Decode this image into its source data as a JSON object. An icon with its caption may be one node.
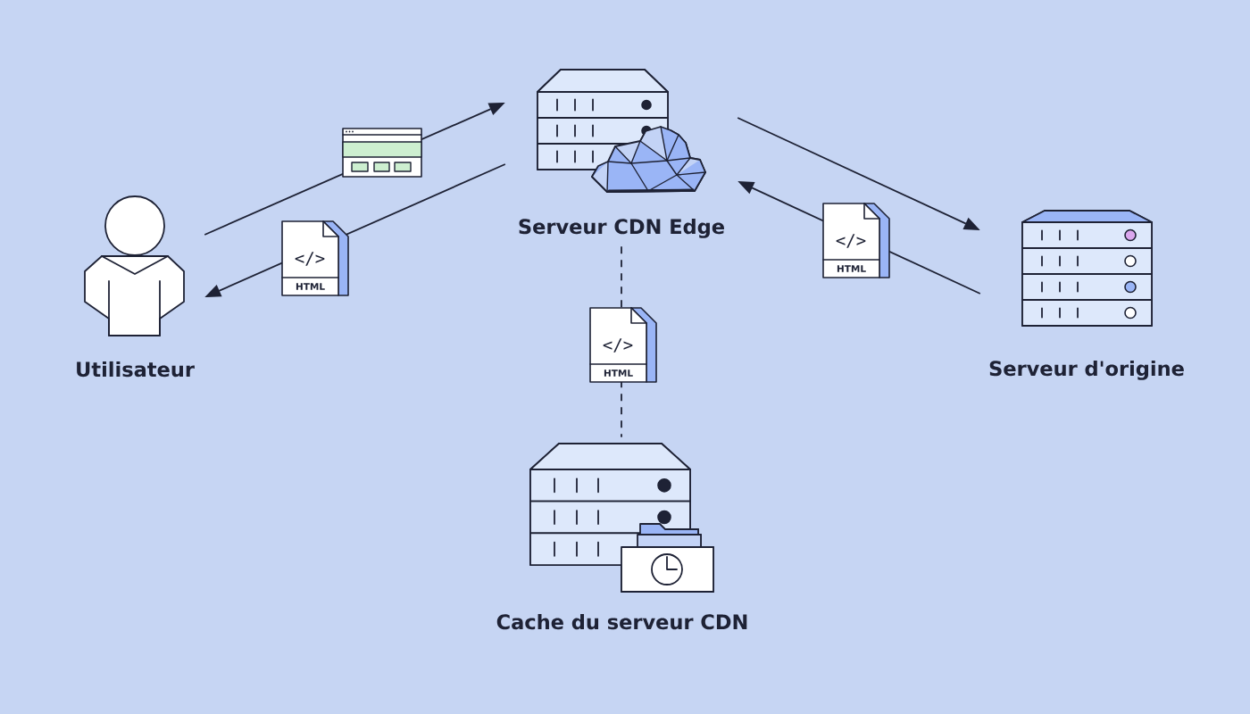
{
  "diagram": {
    "nodes": [
      {
        "text": [
          "Utilisateur"
        ]
      },
      {
        "text": [
          "Serveur CDN Edge"
        ]
      },
      {
        "text": [
          "Serveur d'origine"
        ]
      },
      {
        "text": [
          "Cache du serveur CDN"
        ]
      }
    ],
    "edges": [
      {
        "from": 0,
        "to": 1,
        "arrow": "to"
      },
      {
        "from": 1,
        "to": 0,
        "arrow": "to"
      },
      {
        "from": 1,
        "to": 2,
        "arrow": "to"
      },
      {
        "from": 2,
        "to": 1,
        "arrow": "to"
      },
      {
        "from": 1,
        "to": 3,
        "arrow": "none",
        "style": "dashed"
      }
    ],
    "labels": [
      "</>",
      "HTML",
      "</>",
      "HTML",
      "</>",
      "HTML"
    ]
  }
}
